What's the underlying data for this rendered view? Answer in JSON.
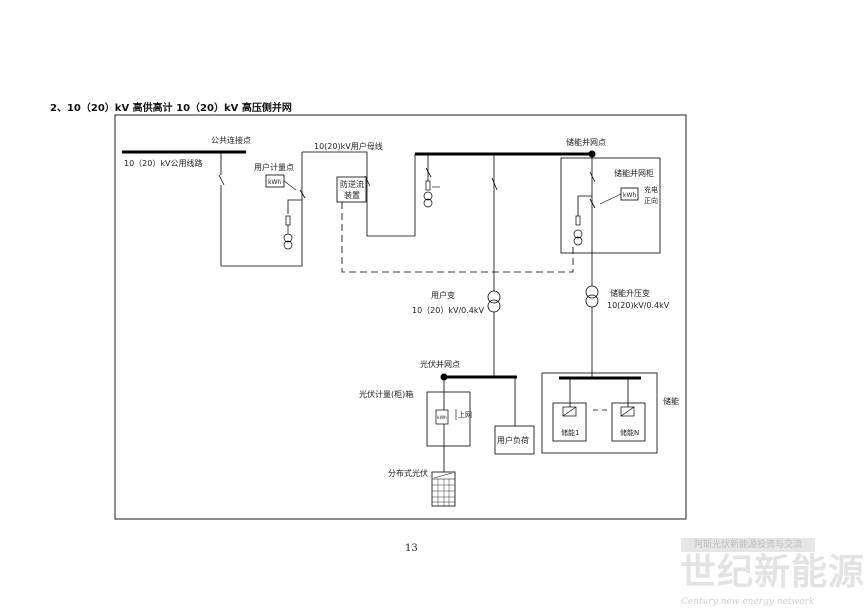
{
  "section_title": "2、10（20）kV 高供高计 10（20）kV 高压侧并网",
  "diagram": {
    "public_connection_point": "公共连接点",
    "public_line": "10（20）kV公用线路",
    "user_metering_point": "用户计量点",
    "user_meter": "kWh",
    "user_bus": "10(20)kV用户母线",
    "anti_backflow_line1": "防逆流",
    "anti_backflow_line2": "装置",
    "storage_grid_point": "储能并网点",
    "storage_cabinet": "储能并网柜",
    "storage_meter": "kWh",
    "charge_line1": "充电",
    "charge_line2": "正向",
    "user_transformer": "用户变",
    "user_transformer_rating": "10（20）kV/0.4kV",
    "storage_transformer": "储能升压变",
    "storage_transformer_rating": "10(20)kV/0.4kV",
    "pv_grid_point": "光伏并网点",
    "pv_metering_box": "光伏计量(柜)箱",
    "pv_meter": "kWh",
    "on_grid": "上网",
    "user_load": "用户负荷",
    "storage": "储能",
    "storage_unit_1": "储能1",
    "storage_unit_n": "储能N",
    "distributed_pv": "分布式光伏"
  },
  "page_number": "13",
  "watermark": {
    "top": "阿斯光伏新能源投资与交流",
    "main": "世纪新能源网",
    "sub": "Century new energy network"
  }
}
